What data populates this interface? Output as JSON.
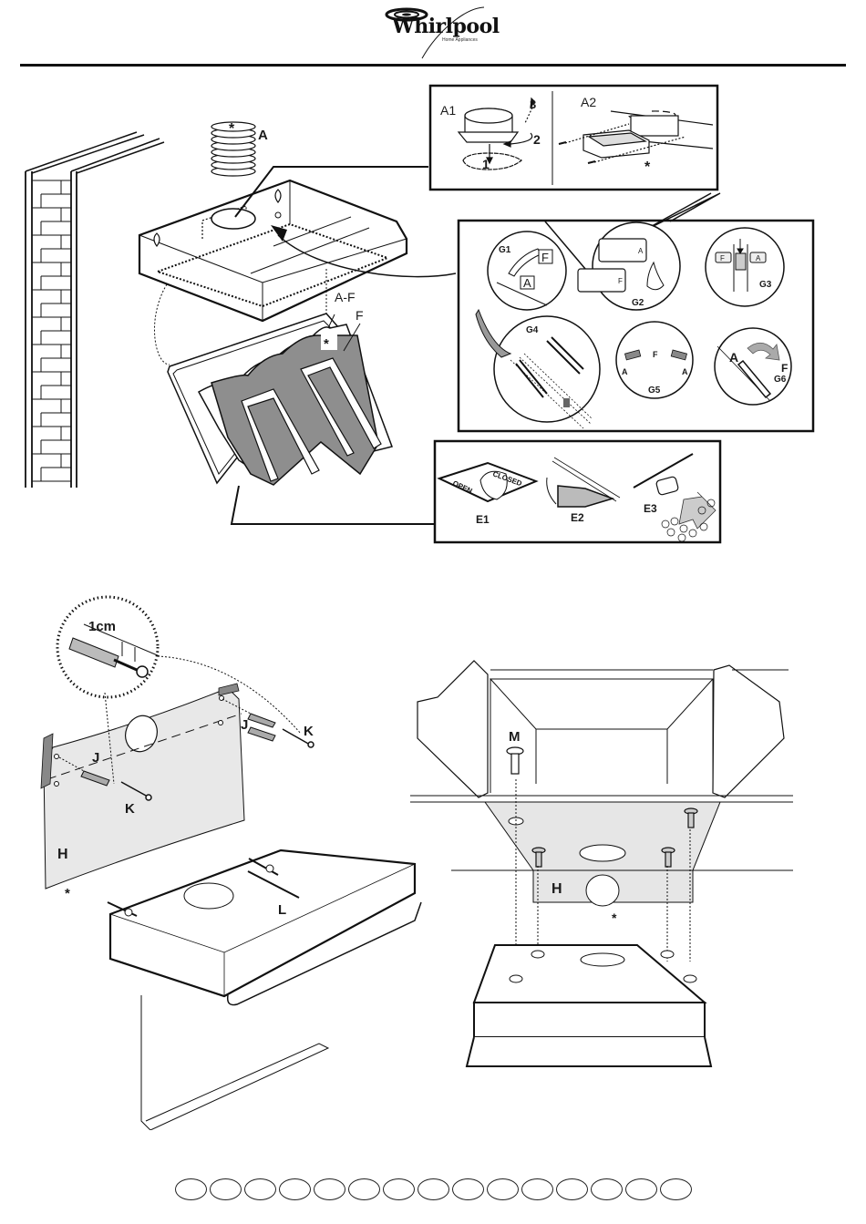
{
  "header": {
    "brand": "Whirlpool",
    "brand_tagline": "Home Appliances"
  },
  "figure_top": {
    "part_labels": {
      "duct": "A",
      "asterisk": "*",
      "filter_frame": "A-F",
      "filter": "F"
    },
    "panel_a": {
      "a1": {
        "title": "A1",
        "step1": "1",
        "step2": "2",
        "step3": "3"
      },
      "a2": {
        "title": "A2",
        "note": "*"
      }
    },
    "panel_g": {
      "g1": {
        "title": "G1",
        "opt_f": "F",
        "opt_a": "A"
      },
      "g2": {
        "title": "G2",
        "opt_a": "A",
        "opt_f": "F"
      },
      "g3": {
        "title": "G3",
        "opt_f": "F",
        "opt_a": "A"
      },
      "g4": {
        "title": "G4"
      },
      "g5": {
        "title": "G5",
        "center": "F",
        "left": "A",
        "right": "A"
      },
      "g6": {
        "title": "G6",
        "from": "A",
        "to": "F"
      }
    },
    "panel_e": {
      "e1": {
        "title": "E1",
        "open": "OPEN",
        "closed": "CLOSED"
      },
      "e2": {
        "title": "E2"
      },
      "e3": {
        "title": "E3"
      }
    }
  },
  "figure_wall_mount": {
    "detail_measure": "1cm",
    "labels": {
      "plug_left": "J",
      "screw_left": "K",
      "plug_right": "J",
      "screw_right": "K",
      "template": "H",
      "note": "*",
      "hook_screw": "L"
    }
  },
  "figure_ceiling_mount": {
    "labels": {
      "screw": "M",
      "template": "H",
      "note": "*"
    }
  },
  "footer": {
    "language_oval_count": 15,
    "ovals": [
      "",
      "",
      "",
      "",
      "",
      "",
      "",
      "",
      "",
      "",
      "",
      "",
      "",
      "",
      ""
    ]
  }
}
